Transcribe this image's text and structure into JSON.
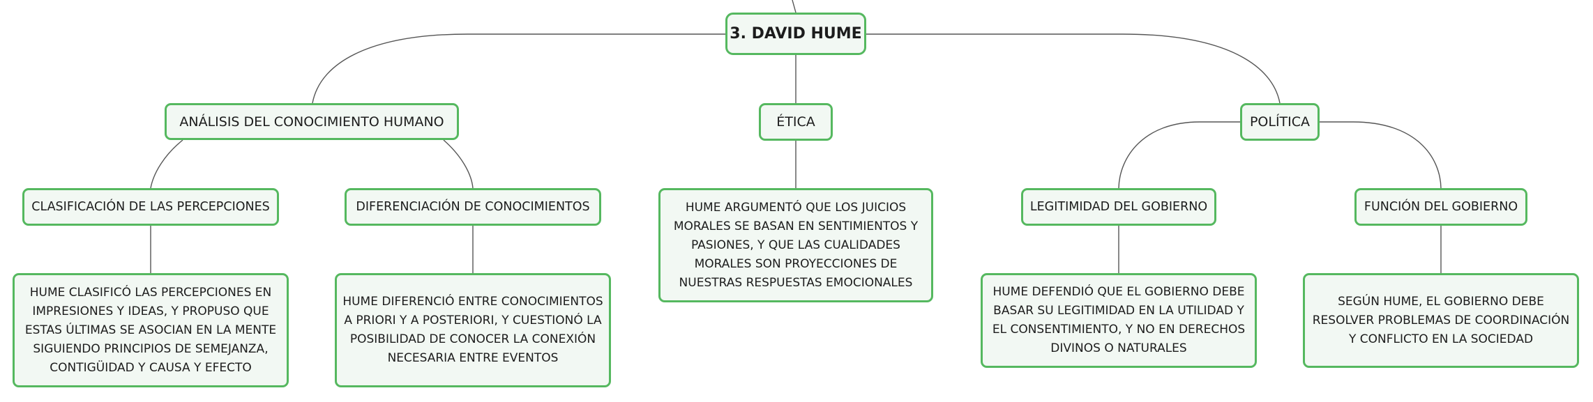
{
  "root": {
    "label": "3. DAVID HUME"
  },
  "topics": {
    "knowledge": {
      "label": "ANÁLISIS DEL CONOCIMIENTO HUMANO"
    },
    "ethics": {
      "label": "ÉTICA"
    },
    "politics": {
      "label": "POLÍTICA"
    }
  },
  "subtopics": {
    "perceptions": {
      "label": "CLASIFICACIÓN DE LAS PERCEPCIONES"
    },
    "differentiation": {
      "label": "DIFERENCIACIÓN DE CONOCIMIENTOS"
    },
    "legitimacy": {
      "label": "LEGITIMIDAD DEL GOBIERNO"
    },
    "function": {
      "label": "FUNCIÓN DEL GOBIERNO"
    }
  },
  "details": {
    "perceptions": "HUME CLASIFICÓ LAS PERCEPCIONES EN IMPRESIONES Y IDEAS, Y PROPUSO QUE ESTAS ÚLTIMAS SE ASOCIAN EN LA MENTE SIGUIENDO PRINCIPIOS DE SEMEJANZA, CONTIGÜIDAD Y CAUSA Y EFECTO",
    "differentiation": "HUME DIFERENCIÓ ENTRE CONOCIMIENTOS A PRIORI Y A POSTERIORI, Y CUESTIONÓ LA POSIBILIDAD DE CONOCER LA CONEXIÓN NECESARIA ENTRE EVENTOS",
    "ethics": "HUME ARGUMENTÓ QUE LOS JUICIOS MORALES SE BASAN EN SENTIMIENTOS Y PASIONES, Y QUE LAS CUALIDADES MORALES SON PROYECCIONES DE NUESTRAS RESPUESTAS EMOCIONALES",
    "legitimacy": "HUME DEFENDIÓ QUE EL GOBIERNO DEBE BASAR SU LEGITIMIDAD EN LA UTILIDAD Y EL CONSENTIMIENTO, Y NO EN DERECHOS DIVINOS O NATURALES",
    "function": "SEGÚN HUME, EL GOBIERNO DEBE RESOLVER PROBLEMAS DE COORDINACIÓN Y CONFLICTO EN LA SOCIEDAD"
  },
  "colors": {
    "node_border": "#55b85f",
    "node_fill": "#f2f8f3",
    "connector": "#555555",
    "text": "#1c1c1c"
  }
}
